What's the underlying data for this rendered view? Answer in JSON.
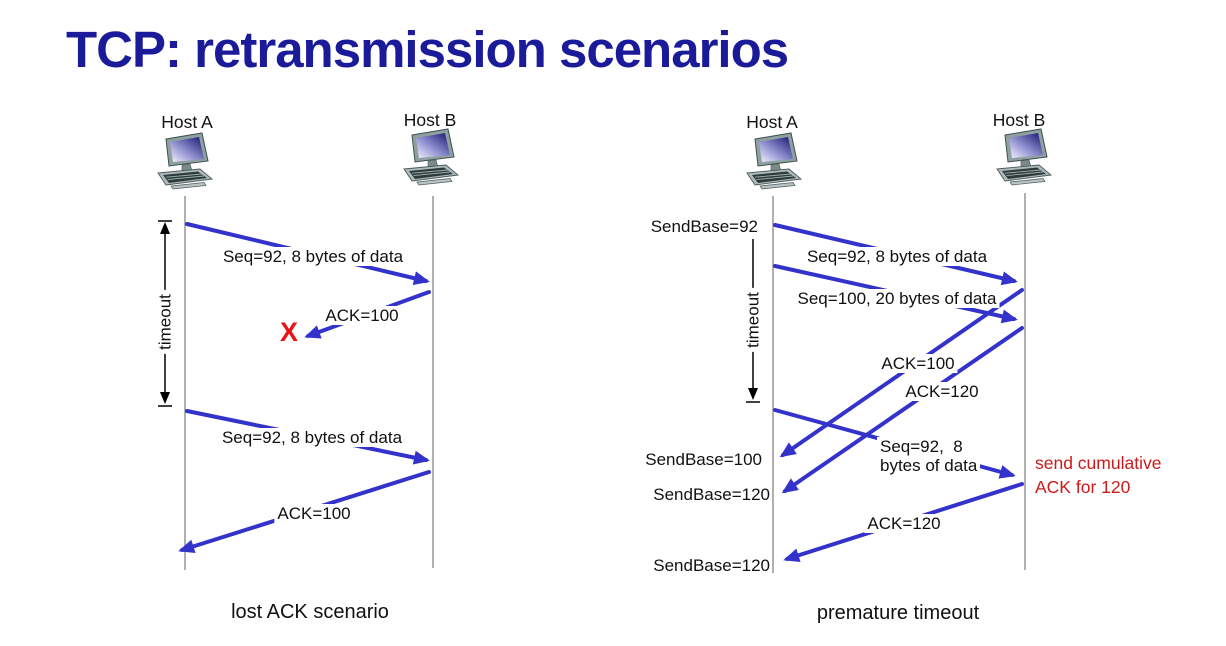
{
  "slide": {
    "title": "TCP: retransmission scenarios"
  },
  "colors": {
    "title_navy": "#1b1b99",
    "arrow_blue": "#3333cc",
    "timeline_gray": "#a8a8a8",
    "loss_red": "#ee1111",
    "note_red": "#cc1a1a"
  },
  "icons": {
    "host_computer": "pc-icon"
  },
  "left_diagram": {
    "host_a": "Host A",
    "host_b": "Host B",
    "timeout": "timeout",
    "seq1": "Seq=92, 8 bytes of data",
    "ack1": "ACK=100",
    "loss_x": "X",
    "seq2": "Seq=92, 8 bytes of data",
    "ack2": "ACK=100",
    "caption": "lost ACK scenario"
  },
  "right_diagram": {
    "host_a": "Host A",
    "host_b": "Host B",
    "timeout": "timeout",
    "sendbase_92": "SendBase=92",
    "seq1": "Seq=92, 8 bytes of data",
    "seq2": "Seq=100, 20 bytes of data",
    "ack100": "ACK=100",
    "ack120": "ACK=120",
    "retrans_l1": "Seq=92,  8",
    "retrans_l2": "bytes of data",
    "sendbase_100": "SendBase=100",
    "sendbase_120": "SendBase=120",
    "note_l1": "send cumulative",
    "note_l2": "ACK for 120",
    "ack120_cum": "ACK=120",
    "sendbase_120_final": "SendBase=120",
    "caption": "premature timeout"
  }
}
